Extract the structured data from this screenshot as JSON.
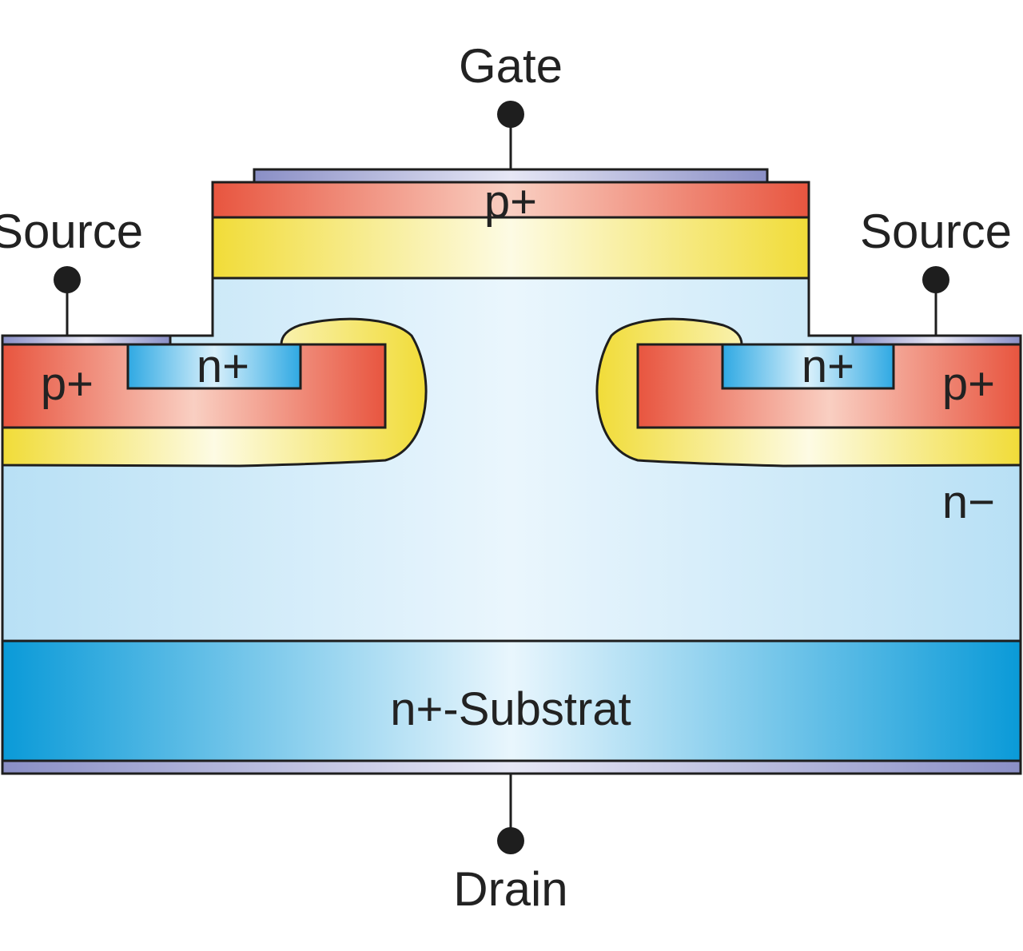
{
  "terminals": {
    "gate": "Gate",
    "source_left": "Source",
    "source_right": "Source",
    "drain": "Drain"
  },
  "regions": {
    "gate_p_plus": "p+",
    "left_p_plus": "p+",
    "left_n_plus": "n+",
    "right_n_plus": "n+",
    "right_p_plus": "p+",
    "drift": "n−",
    "substrate": "n+-Substrat"
  },
  "colors": {
    "p_plus": "#e8604a",
    "depletion": "#f3e24a",
    "n_minus": "#cdeaf8",
    "n_plus": "#3ab0e6",
    "substrate": "#12a4e0",
    "metal": "#8f93c8",
    "outline": "#1e1e1e"
  }
}
